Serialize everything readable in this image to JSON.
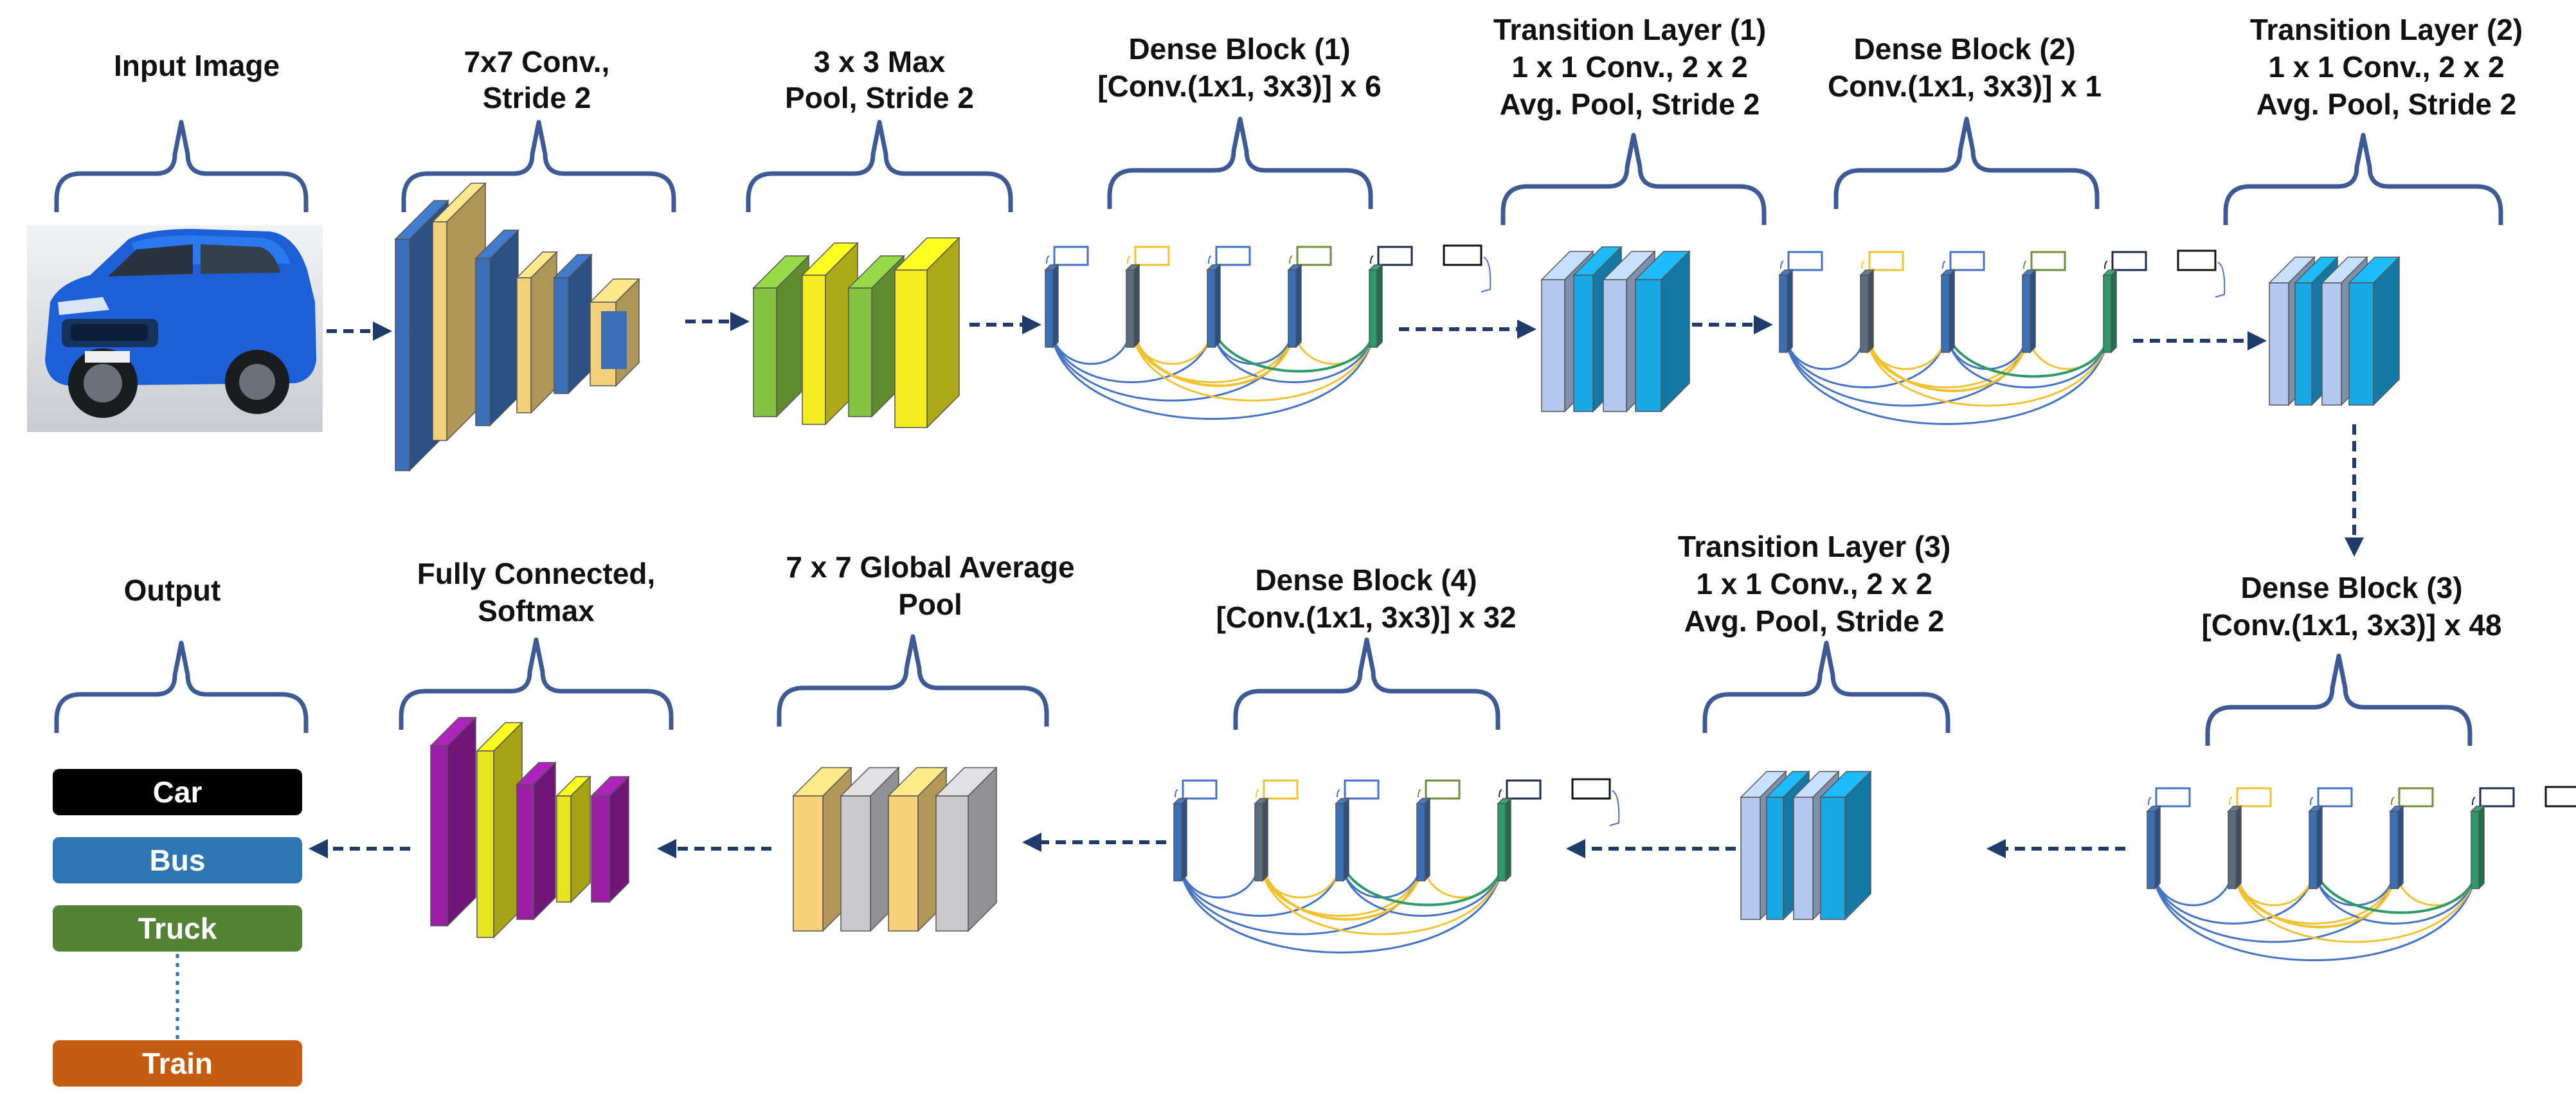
{
  "colors": {
    "brace": "#3d5a95",
    "arrow": "#1f3b6b",
    "conv_blue": "#3b6fb8",
    "conv_tan": "#f2cf7a",
    "pool_green": "#86c342",
    "pool_yellow": "#f2ec20",
    "trans_light": "#b3c8ec",
    "trans_cyan": "#1aa7e6",
    "fc_purple": "#9b1fa6",
    "fc_yellow": "#e6e41c",
    "gap_tan": "#f7d27a",
    "gap_gray": "#c9c9cc",
    "car": "#000000",
    "bus": "#2e75b6",
    "truck": "#548235",
    "train": "#c55a11",
    "arc_blue": "#4472c4",
    "arc_yellow": "#f2c130",
    "arc_green": "#2e9a6a"
  },
  "stages": {
    "input": {
      "label": "Input Image"
    },
    "conv": {
      "line1": "7x7 Conv.,",
      "line2": "Stride 2"
    },
    "maxpool": {
      "line1": "3 x 3 Max",
      "line2": "Pool, Stride 2"
    },
    "dense1": {
      "line1": "Dense Block (1)",
      "line2": "[Conv.(1x1, 3x3)] x 6"
    },
    "trans1": {
      "line1": "Transition Layer (1)",
      "line2": "1 x 1 Conv., 2 x 2",
      "line3": "Avg. Pool, Stride 2"
    },
    "dense2": {
      "line1": "Dense Block (2)",
      "line2": "Conv.(1x1, 3x3)] x 1"
    },
    "trans2": {
      "line1": "Transition Layer (2)",
      "line2": "1 x 1 Conv., 2 x 2",
      "line3": "Avg. Pool, Stride 2"
    },
    "dense3": {
      "line1": "Dense Block (3)",
      "line2": "[Conv.(1x1, 3x3)] x 48"
    },
    "trans3": {
      "line1": "Transition Layer (3)",
      "line2": "1 x 1 Conv., 2 x 2",
      "line3": "Avg. Pool, Stride 2"
    },
    "dense4": {
      "line1": "Dense Block (4)",
      "line2": "[Conv.(1x1, 3x3)] x 32"
    },
    "gap": {
      "line1": "7 x 7 Global Average",
      "line2": "Pool"
    },
    "fc": {
      "line1": "Fully Connected,",
      "line2": "Softmax"
    },
    "output": {
      "label": "Output"
    }
  },
  "classes": [
    "Car",
    "Bus",
    "Truck",
    "Train"
  ]
}
